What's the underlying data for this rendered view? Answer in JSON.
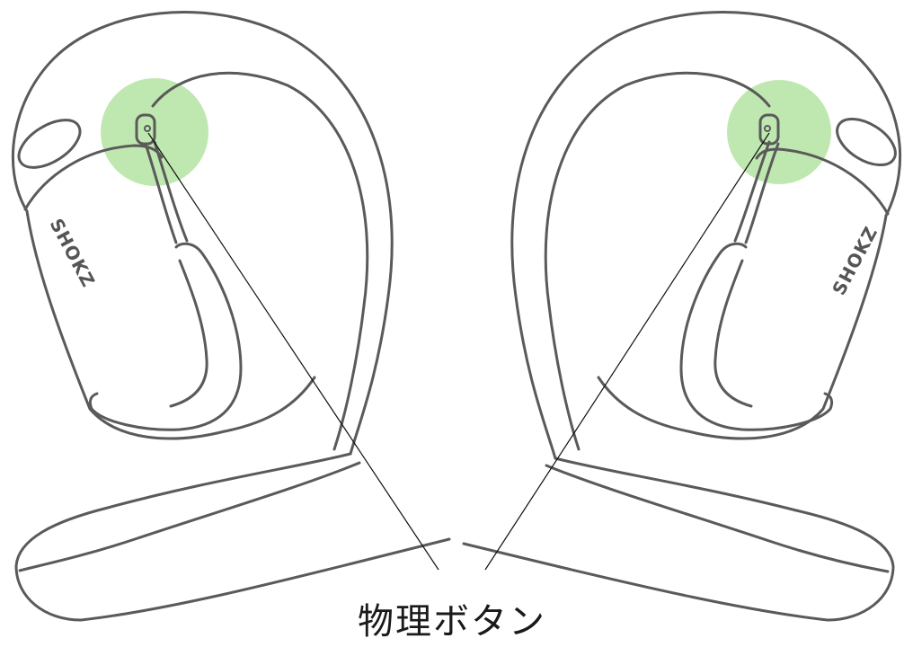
{
  "caption": "物理ボタン",
  "brand_left": "SHOKZ",
  "brand_right": "SHOKZ",
  "colors": {
    "outline": "#5a5a5a",
    "highlight": "#bfe8b0",
    "leader": "#111111",
    "caption": "#1a1a1a"
  }
}
